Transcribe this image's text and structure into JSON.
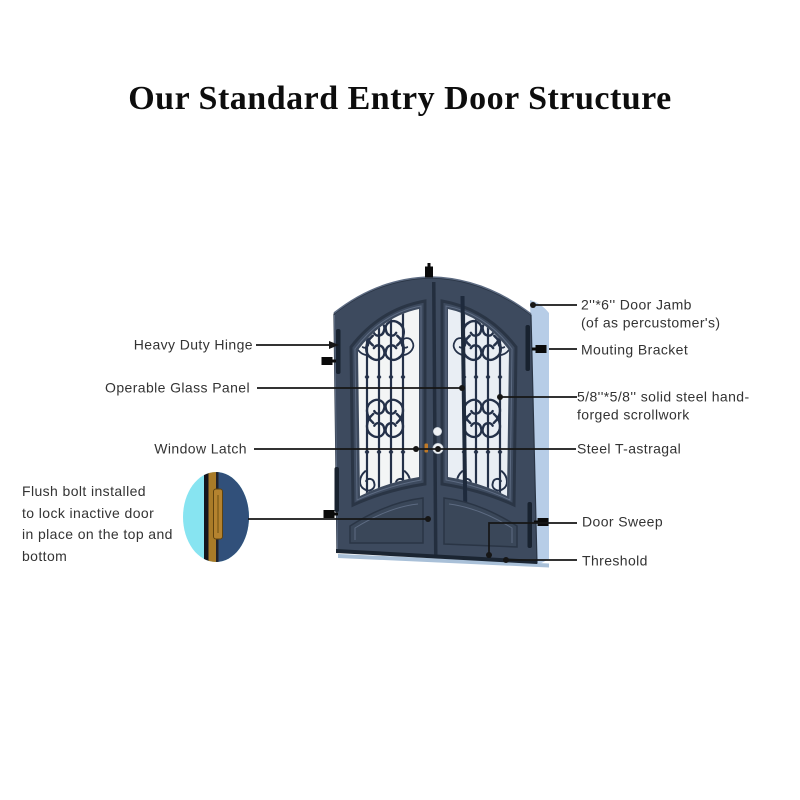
{
  "title": "Our Standard Entry Door Structure",
  "labels": {
    "heavy_duty_hinge": "Heavy Duty Hinge",
    "operable_glass_panel": "Operable Glass Panel",
    "window_latch": "Window Latch",
    "flush_bolt_note": "Flush bolt installed\nto lock inactive door\nin place on the top and\nbottom",
    "door_jamb": "2''*6'' Door Jamb\n(of as percustomer's)",
    "mounting_bracket": "Mouting Bracket",
    "scrollwork": "5/8''*5/8'' solid steel hand-\nforged scrollwork",
    "t_astragal": "Steel T-astragal",
    "door_sweep": "Door Sweep",
    "threshold": "Threshold"
  },
  "colors": {
    "title": "#0d0d0d",
    "text": "#333333",
    "line": "#161616",
    "door": "#3d4a5e",
    "door_dark": "#2a3545",
    "door_light": "#5d6b82",
    "iron": "#243149",
    "glass_left": "#f3f5f5",
    "glass_right": "#e9eef4",
    "jamb_blue": "#b7cde7",
    "sill_blue": "#a9c0d8",
    "inset_cyan": "#87e4f1",
    "inset_navy": "#31507a",
    "gold": "#b5832f",
    "hardware_white": "#eef1f4",
    "latch_orange": "#c07a28",
    "bracket_black": "#0a0a0a"
  }
}
